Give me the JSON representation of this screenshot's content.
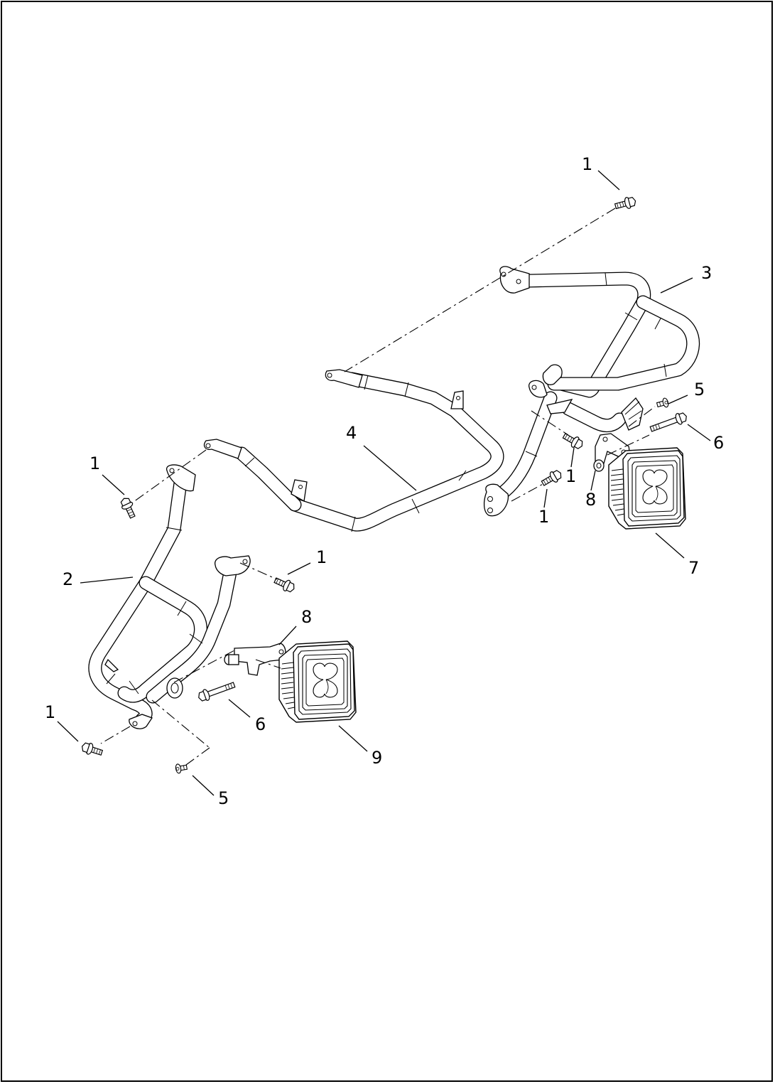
{
  "diagram": {
    "callouts": [
      {
        "id": "c1-top",
        "label": "1"
      },
      {
        "id": "c3",
        "label": "3"
      },
      {
        "id": "c5-right",
        "label": "5"
      },
      {
        "id": "c6-right",
        "label": "6"
      },
      {
        "id": "c1-right-a",
        "label": "1"
      },
      {
        "id": "c8-right",
        "label": "8"
      },
      {
        "id": "c1-right-b",
        "label": "1"
      },
      {
        "id": "c7",
        "label": "7"
      },
      {
        "id": "c4",
        "label": "4"
      },
      {
        "id": "c1-left-top",
        "label": "1"
      },
      {
        "id": "c2",
        "label": "2"
      },
      {
        "id": "c1-left-mid",
        "label": "1"
      },
      {
        "id": "c8-left",
        "label": "8"
      },
      {
        "id": "c6-left",
        "label": "6"
      },
      {
        "id": "c1-left-bottom",
        "label": "1"
      },
      {
        "id": "c9",
        "label": "9"
      },
      {
        "id": "c5-left",
        "label": "5"
      }
    ]
  }
}
